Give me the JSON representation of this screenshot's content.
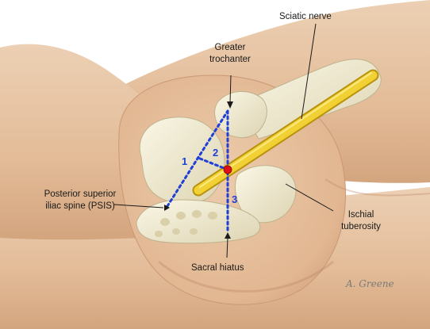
{
  "labels": {
    "sciatic_nerve": "Sciatic nerve",
    "greater_trochanter_line1": "Greater",
    "greater_trochanter_line2": "trochanter",
    "psis_line1": "Posterior superior",
    "psis_line2": "iliac spine (PSIS)",
    "ischial_tuberosity_line1": "Ischial",
    "ischial_tuberosity_line2": "tuberosity",
    "sacral_hiatus": "Sacral hiatus"
  },
  "line_numbers": [
    "1",
    "2",
    "3"
  ],
  "signature": "A. Greene",
  "colors": {
    "skin": "#e6bf9c",
    "skin_shadow": "#c99874",
    "bone": "#f3efd6",
    "bone_shadow": "#d2c9a6",
    "nerve": "#f2d019",
    "nerve_outline": "#b8920a",
    "dashed_line": "#1f3fd6",
    "injection_point": "#e0101a"
  },
  "icons": {
    "injection_point": "red-dot-icon"
  }
}
